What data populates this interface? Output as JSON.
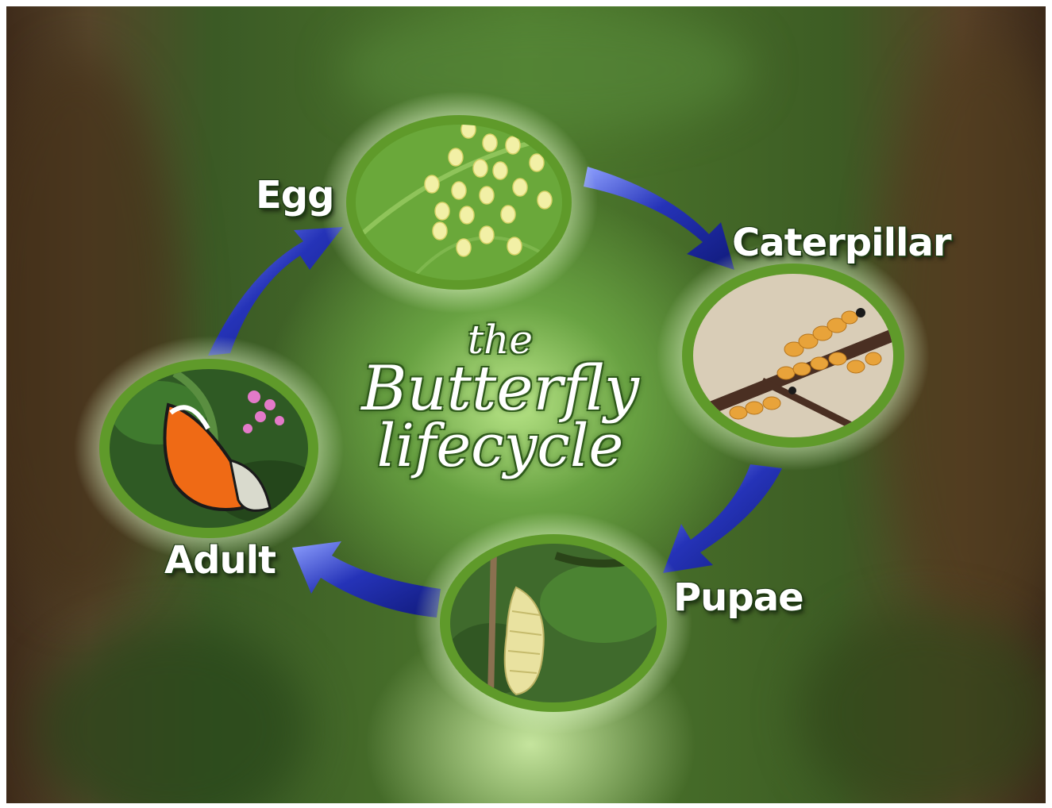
{
  "title": {
    "line1": "the",
    "line2": "Butterfly",
    "line3": "lifecycle"
  },
  "stages": [
    {
      "label": "Egg",
      "icon": "eggs-photo"
    },
    {
      "label": "Caterpillar",
      "icon": "caterpillar-photo"
    },
    {
      "label": "Pupae",
      "icon": "pupa-photo"
    },
    {
      "label": "Adult",
      "icon": "butterfly-photo"
    }
  ],
  "colors": {
    "arrow": "#2533b8",
    "ring": "#5f9a2a",
    "label_text": "#ffffff"
  }
}
